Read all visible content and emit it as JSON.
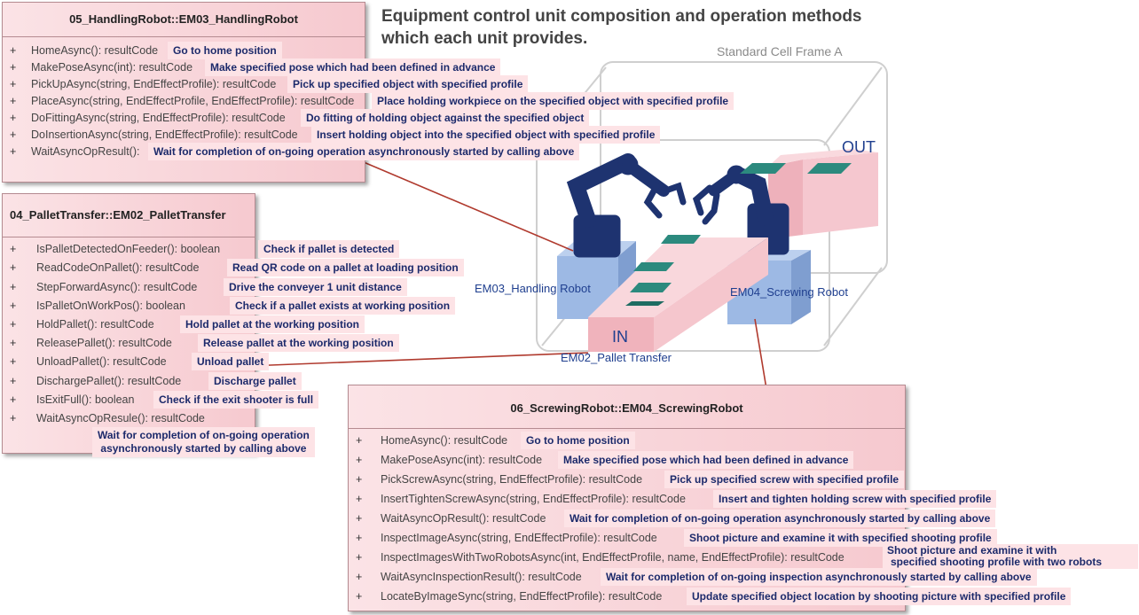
{
  "title_line1": "Equipment control unit composition and operation methods",
  "title_line2": "which each unit provides.",
  "cell_frame_label": "Standard Cell Frame A",
  "label_out": "OUT",
  "label_in": "IN",
  "label_em03": "EM03_Handling Robot",
  "label_em04": "EM04_Screwing Robot",
  "label_em02": "EM02_Pallet Transfer",
  "handling": {
    "title": "05_HandlingRobot::EM03_HandlingRobot",
    "ops": [
      {
        "plus": "+",
        "sig": "HomeAsync(): resultCode",
        "desc": "Go to home position"
      },
      {
        "plus": "+",
        "sig": "MakePoseAsync(int): resultCode",
        "desc": "Make specified pose which had been defined in advance"
      },
      {
        "plus": "+",
        "sig": "PickUpAsync(string, EndEffectProfile): resultCode",
        "desc": "Pick up specified object with specified profile"
      },
      {
        "plus": "+",
        "sig": "PlaceAsync(string, EndEffectProfile, EndEffectProfile): resultCode",
        "desc": "Place holding workpiece on the specified object with specified profile"
      },
      {
        "plus": "+",
        "sig": "DoFittingAsync(string, EndEffectProfile): resultCode",
        "desc": "Do fitting of holding object against the specified object"
      },
      {
        "plus": "+",
        "sig": "DoInsertionAsync(string, EndEffectProfile): resultCode",
        "desc": "Insert holding object into the specified object with specified profile"
      },
      {
        "plus": "+",
        "sig": "WaitAsyncOpResult():",
        "desc": "Wait for completion of on-going operation asynchronously started by calling above"
      }
    ]
  },
  "pallet": {
    "title": "04_PalletTransfer::EM02_PalletTransfer",
    "ops": [
      {
        "plus": "+",
        "sig": "IsPalletDetectedOnFeeder(): boolean",
        "desc": "Check if pallet is detected"
      },
      {
        "plus": "+",
        "sig": "ReadCodeOnPallet(): resultCode",
        "desc": "Read QR code on a pallet at loading position"
      },
      {
        "plus": "+",
        "sig": "StepForwardAsync(): resultCode",
        "desc": "Drive the conveyer 1 unit distance"
      },
      {
        "plus": "+",
        "sig": "IsPalletOnWorkPos(): boolean",
        "desc": "Check if a pallet exists at working position"
      },
      {
        "plus": "+",
        "sig": "HoldPallet(): resultCode",
        "desc": "Hold pallet at the working position"
      },
      {
        "plus": "+",
        "sig": "ReleasePallet(): resultCode",
        "desc": "Release pallet at the working position"
      },
      {
        "plus": "+",
        "sig": "UnloadPallet(): resultCode",
        "desc": "Unload pallet"
      },
      {
        "plus": "+",
        "sig": "DischargePallet(): resultCode",
        "desc": "Discharge pallet"
      },
      {
        "plus": "+",
        "sig": "IsExitFull(): boolean",
        "desc": "Check if the exit shooter is full"
      },
      {
        "plus": "+",
        "sig": "WaitAsyncOpResule(): resultCode",
        "desc": ""
      }
    ],
    "wait_desc_line1": "Wait for completion of on-going operation",
    "wait_desc_line2": "asynchronously started by calling above"
  },
  "screwing": {
    "title": "06_ScrewingRobot::EM04_ScrewingRobot",
    "ops": [
      {
        "plus": "+",
        "sig": "HomeAsync(): resultCode",
        "desc": "Go to home position"
      },
      {
        "plus": "+",
        "sig": "MakePoseAsync(int): resultCode",
        "desc": "Make specified pose which had been defined in advance"
      },
      {
        "plus": "+",
        "sig": "PickScrewAsync(string, EndEffectProfile): resultCode",
        "desc": "Pick up specified screw with specified profile"
      },
      {
        "plus": "+",
        "sig": "InsertTightenScrewAsync(string, EndEffectProfile): resultCode",
        "desc": "Insert and tighten holding screw with specified profile"
      },
      {
        "plus": "+",
        "sig": "WaitAsyncOpResult(): resultCode",
        "desc": "Wait for completion of on-going operation asynchronously started by calling above"
      },
      {
        "plus": "+",
        "sig": "InspectImageAsync(string, EndEffectProfile): resultCode",
        "desc": "Shoot picture and examine it with specified shooting profile"
      },
      {
        "plus": "+",
        "sig": "InspectImagesWithTwoRobotsAsync(int, EndEffectProfile, name, EndEffectProfile): resultCode",
        "desc": ""
      },
      {
        "plus": "+",
        "sig": "WaitAsyncInspectionResult(): resultCode",
        "desc": "Wait for completion of on-going inspection asynchronously started by calling above"
      },
      {
        "plus": "+",
        "sig": "LocateByImageSync(string, EndEffectProfile): resultCode",
        "desc": "Update specified object location by shooting picture with specified profile"
      }
    ],
    "two_robots_desc_line1": "Shoot picture and examine it with",
    "two_robots_desc_line2": "specified shooting profile with two robots"
  },
  "colors": {
    "accent": "#1f3f8f",
    "box_fill": "#f6c9cf",
    "connector": "#b03a2e"
  }
}
